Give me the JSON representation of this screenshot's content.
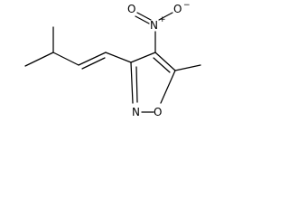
{
  "molecule": {
    "atoms": {
      "nitro_N": "N",
      "nitro_N_charge": "+",
      "nitro_O_top": "O",
      "nitro_O_right": "O",
      "nitro_O_charge": "−",
      "ring_N": "N",
      "ring_O": "O"
    }
  }
}
